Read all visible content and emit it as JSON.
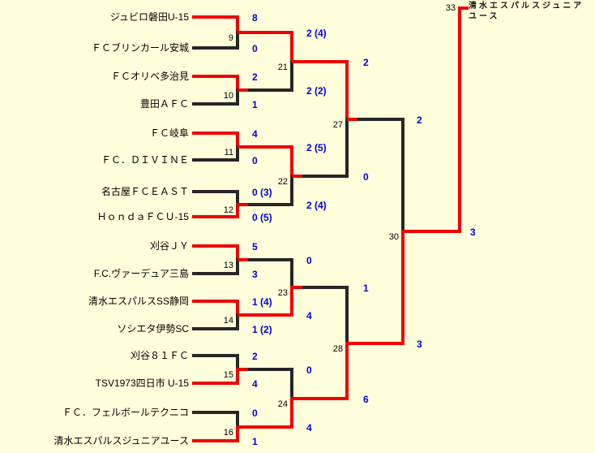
{
  "page": {
    "background": "#FFFFDC",
    "description": "single-elimination soccer tournament bracket, 16 teams"
  },
  "colors": {
    "advance_line": "#EE0000",
    "eliminated_line": "#262626",
    "score_text": "#0000DD",
    "label_text": "#000000",
    "team_text": "#000000"
  },
  "round1": {
    "matches": [
      {
        "no": "9",
        "top": {
          "name": "ジュビロ磐田U-15",
          "score": "8"
        },
        "bottom": {
          "name": "ＦＣブリンカール安城",
          "score": "0"
        },
        "winner": "top"
      },
      {
        "no": "10",
        "top": {
          "name": "ＦＣオリベ多治見",
          "score": "2"
        },
        "bottom": {
          "name": "豊田ＡＦＣ",
          "score": "1"
        },
        "winner": "top"
      },
      {
        "no": "11",
        "top": {
          "name": "ＦＣ岐阜",
          "score": "4"
        },
        "bottom": {
          "name": "ＦＣ．ＤＩＶＩＮＥ",
          "score": "0"
        },
        "winner": "top"
      },
      {
        "no": "12",
        "top": {
          "name": "名古屋ＦＣＥＡＳＴ",
          "score": "0 (3)"
        },
        "bottom": {
          "name": "ＨｏｎｄａＦＣＵ-15",
          "score": "0 (5)"
        },
        "winner": "bottom"
      },
      {
        "no": "13",
        "top": {
          "name": "刈谷ＪＹ",
          "score": "5"
        },
        "bottom": {
          "name": "F.C.ヴァーデュア三島",
          "score": "3"
        },
        "winner": "top"
      },
      {
        "no": "14",
        "top": {
          "name": "清水エスパルスSS静岡",
          "score": "1 (4)"
        },
        "bottom": {
          "name": "ソシエタ伊勢SC",
          "score": "1 (2)"
        },
        "winner": "top"
      },
      {
        "no": "15",
        "top": {
          "name": "刈谷８１ＦＣ",
          "score": "2"
        },
        "bottom": {
          "name": "TSV1973四日市 U-15",
          "score": "4"
        },
        "winner": "bottom"
      },
      {
        "no": "16",
        "top": {
          "name": "ＦＣ．フェルボールテクニコ",
          "score": "0"
        },
        "bottom": {
          "name": "清水エスパルスジュニアユース",
          "score": "1"
        },
        "winner": "bottom"
      }
    ]
  },
  "round2": {
    "matches": [
      {
        "no": "21",
        "top_score": "2 (4)",
        "bottom_score": "2 (2)",
        "winner": "top"
      },
      {
        "no": "22",
        "top_score": "2 (5)",
        "bottom_score": "2 (4)",
        "winner": "top"
      },
      {
        "no": "23",
        "top_score": "0",
        "bottom_score": "4",
        "winner": "bottom"
      },
      {
        "no": "24",
        "top_score": "0",
        "bottom_score": "4",
        "winner": "bottom"
      }
    ]
  },
  "round3": {
    "matches": [
      {
        "no": "27",
        "top_score": "2",
        "bottom_score": "0",
        "winner": "top"
      },
      {
        "no": "28",
        "top_score": "1",
        "bottom_score": "6",
        "winner": "bottom"
      }
    ]
  },
  "final": {
    "no": "30",
    "top_score": "2",
    "bottom_score": "3",
    "winner": "bottom"
  },
  "next_round": {
    "no": "33",
    "advancing_team": "清水エスパルスジュニアユース",
    "score": "3"
  }
}
